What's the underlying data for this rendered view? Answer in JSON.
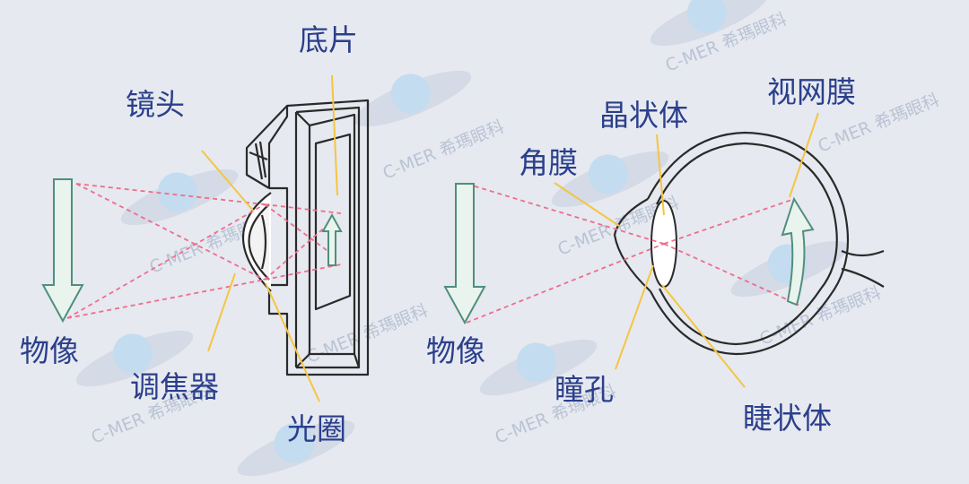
{
  "watermark": {
    "text": "C-MER 希瑪眼科",
    "color": "#b9c3d6",
    "dot_color": "#c3dcef"
  },
  "camera": {
    "labels": {
      "film": "底片",
      "lens": "镜头",
      "object_image": "物像",
      "focus": "调焦器",
      "aperture": "光圈"
    }
  },
  "eye": {
    "labels": {
      "lens": "晶状体",
      "retina": "视网膜",
      "cornea": "角膜",
      "object_image": "物像",
      "pupil": "瞳孔",
      "ciliary_body": "睫状体"
    }
  },
  "colors": {
    "label_text": "#2b3f8c",
    "leader_line": "#f5c542",
    "ray_line": "#ee6d8c",
    "arrow_stroke": "#4f8f7c",
    "arrow_fill": "#eaf4ee",
    "outline": "#2a2a2a"
  }
}
